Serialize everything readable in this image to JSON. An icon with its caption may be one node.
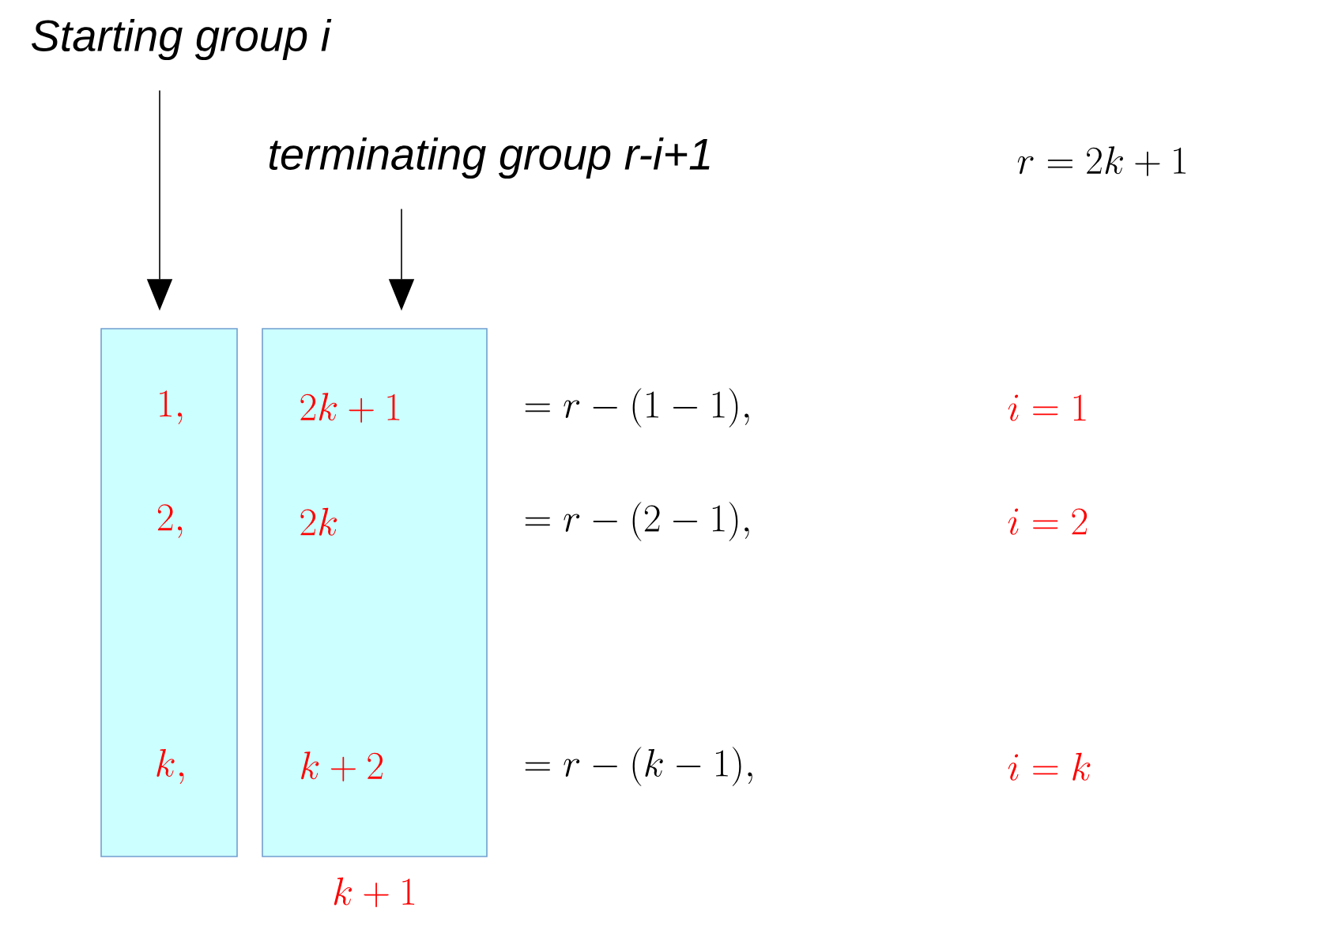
{
  "diagram": {
    "nodes": [
      {
        "text": [
          "Starting group i"
        ]
      },
      {
        "text": [
          "terminating group r-i+1"
        ]
      },
      {
        "text": [
          "1,",
          "2,",
          "k,"
        ]
      },
      {
        "text": [
          "2k+1",
          "2k",
          "k+2"
        ],
        "beside": [
          "k+1"
        ]
      }
    ],
    "edges": [
      {
        "from": 0,
        "to": 2,
        "arrow": "to"
      },
      {
        "from": 1,
        "to": 3,
        "arrow": "to"
      }
    ],
    "labels": [
      "r = 2k+1",
      "= r-(1-1),",
      "i = 1",
      "= r-(2-1),",
      "i = 2",
      "= r-(k-1),",
      "i = k"
    ]
  }
}
